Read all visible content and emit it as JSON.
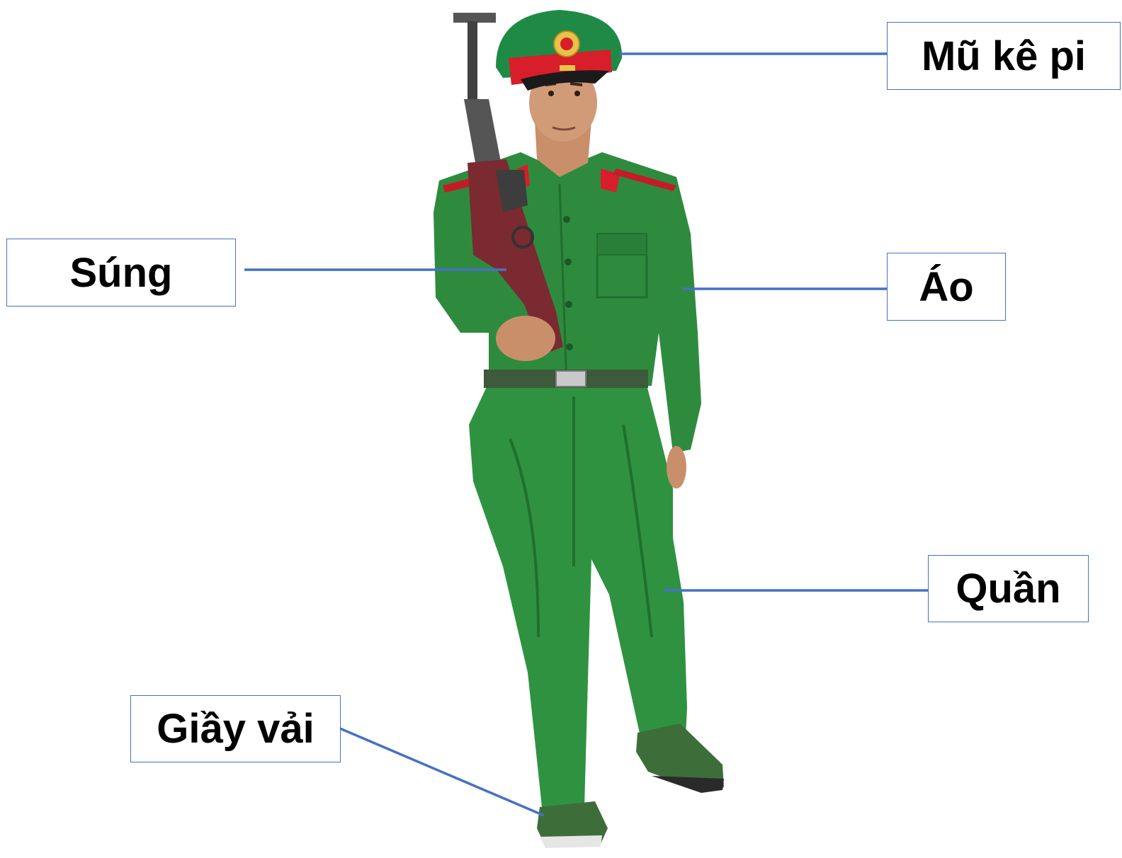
{
  "labels": {
    "cap": "Mũ kê pi",
    "gun": "Súng",
    "shirt": "Áo",
    "trousers": "Quần",
    "shoes": "Giầy vải"
  },
  "colors": {
    "leader_line": "#4472c4",
    "uniform_green": "#2e8b3e",
    "cap_band": "#d81e2a",
    "rifle_wood": "#7a2a30"
  }
}
